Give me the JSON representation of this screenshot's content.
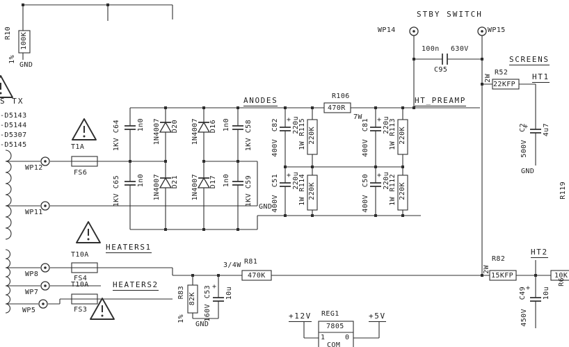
{
  "sym": {
    "plus": "+"
  },
  "top_left": {
    "r10": "R10",
    "r10_value": "100K",
    "r10_tol": "1%",
    "gnd": "GND"
  },
  "left_edge": {
    "tx": "S TX",
    "part1": "-D5143",
    "part2": "-D5144",
    "part3": "-D5307",
    "part4": "-D5145"
  },
  "wp": {
    "wp12": "WP12",
    "wp11": "WP11",
    "wp14": "WP14",
    "wp15": "WP15",
    "wp8": "WP8",
    "wp7": "WP7",
    "wp5": "WP5"
  },
  "fuses": {
    "fs6": "FS6",
    "fs6_rating": "T1A",
    "fs4": "FS4",
    "fs4_rating": "T10A",
    "fs3": "FS3",
    "fs3_rating": "T10A"
  },
  "nets": {
    "anodes": "ANODES",
    "ht_preamp": "HT_PREAMP",
    "stby_switch": "STBY SWITCH",
    "screens": "SCREENS",
    "ht1": "HT1",
    "ht2": "HT2",
    "heaters1": "HEATERS1",
    "heaters2": "HEATERS2",
    "v12": "+12V",
    "v5": "+5V"
  },
  "bridge": {
    "c64": "C64",
    "c65": "C65",
    "c58": "C58",
    "c59": "C59",
    "cap_value": "1n0",
    "cap_voltage": "1KV",
    "d20": "D20",
    "d21": "D21",
    "d16": "D16",
    "d17": "D17",
    "diode_part": "1N4007"
  },
  "filter": {
    "c82": "C82",
    "c81": "C81",
    "c51": "C51",
    "c50": "C50",
    "cap_value": "220u",
    "cap_voltage": "400V",
    "r115": "R115",
    "r113": "R113",
    "r114": "R114",
    "r112": "R112",
    "res_value": "220K",
    "res_watt": "1W",
    "gnd": "GND"
  },
  "r106": {
    "name": "R106",
    "value": "470R",
    "watt": "7W"
  },
  "c95": {
    "name": "C95",
    "value": "100n",
    "voltage": "630V"
  },
  "r52": {
    "name": "R52",
    "value": "22KFP",
    "watt": "2W"
  },
  "c2": {
    "name": "C2",
    "value": "4u7",
    "voltage": "500V",
    "gnd": "GND"
  },
  "r81": {
    "name": "R81",
    "value": "470K",
    "watt": "3/4W"
  },
  "r83": {
    "name": "R83",
    "value": "82K",
    "tol": "1%"
  },
  "c53": {
    "name": "C53",
    "value": "10u",
    "voltage": "160V",
    "gnd": "GND"
  },
  "r82": {
    "name": "R82",
    "value": "15KFP",
    "watt": "2W"
  },
  "c49": {
    "name": "C49",
    "value": "10u",
    "voltage": "450V"
  },
  "partials": {
    "r_right": "R119",
    "r_bottom": "R6",
    "r_bottom_value": "10K"
  },
  "reg1": {
    "label": "REG1",
    "part": "7805",
    "pin_in": "1",
    "pin_out": "0",
    "pin_com": "COM"
  }
}
